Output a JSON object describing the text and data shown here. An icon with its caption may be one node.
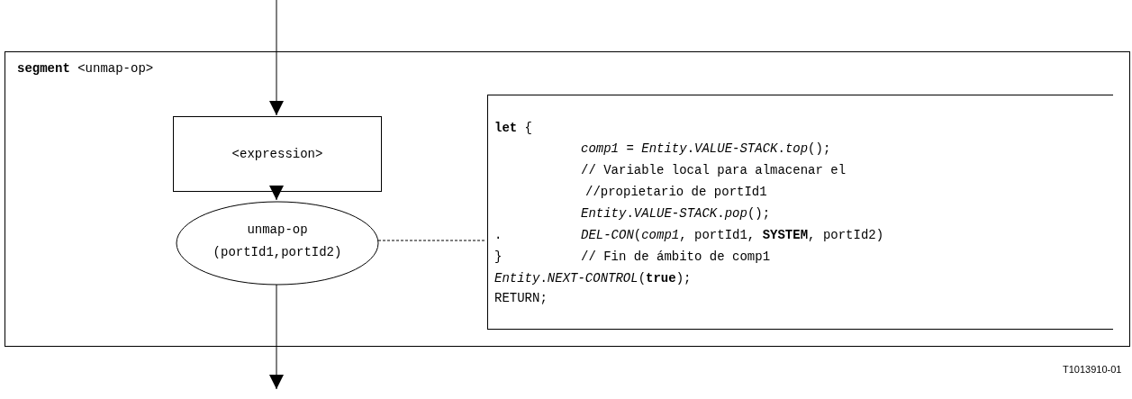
{
  "diagram": {
    "nodes": [
      {
        "text": [
          "**segment** <unmap-op>"
        ]
      },
      {
        "text": [
          "<expression>"
        ],
        "in": 0
      },
      {
        "text": [
          "unmap-op (portId1,portId2)"
        ],
        "in": 0
      },
      {
        "text": [
          "**let** {",
          "*comp1* = *Entity*.*VALUE-STACK*.*top*();",
          "// Variable local para almacenar el",
          "//propietario de portId1",
          "*Entity*.*VALUE-STACK*.*pop*();",
          ".",
          "*DEL-CON*(*comp1*, portId1, **SYSTEM**, portId2)",
          "}",
          "// Fin de ámbito de comp1",
          "*Entity*.*NEXT-CONTROL*(**true**);",
          "RETURN;"
        ],
        "in": 0
      }
    ],
    "edges": [
      {
        "from": null,
        "to": 1,
        "arrow": "to"
      },
      {
        "from": 1,
        "to": 2,
        "arrow": "to"
      },
      {
        "from": 2,
        "to": null,
        "arrow": "to"
      },
      {
        "from": 2,
        "to": 3,
        "arrow": "none",
        "style": "dashed"
      }
    ],
    "labels": [
      "T1013910-01"
    ]
  }
}
